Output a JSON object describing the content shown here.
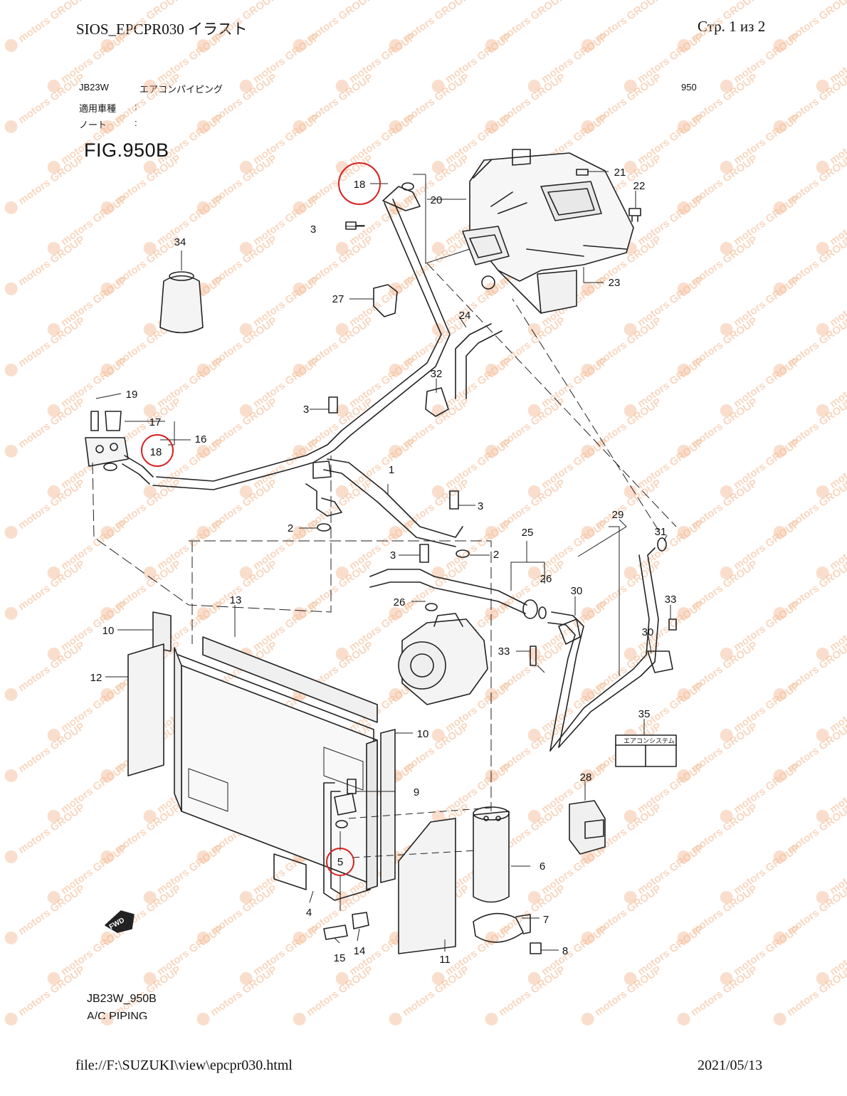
{
  "header": {
    "title": "SIOS_EPCPR030 イラスト",
    "page": "Стр. 1 из 2"
  },
  "meta": {
    "model": "JB23W",
    "group_name": "エアコンパイピング",
    "group_code": "950",
    "applicable_label": "適用車種",
    "applicable_sep": ":",
    "note_label": "ノート",
    "note_sep": ":"
  },
  "figure": {
    "title": "FIG.950B",
    "code": "JB23W_950B",
    "subtitle": "A/C PIPING",
    "fwd_label": "FWD",
    "label_text": "エアコンシステム",
    "watermark_text": "motors GROUP"
  },
  "highlight_color": "#d62020",
  "watermark_color": "#f0a070",
  "parts": [
    {
      "id": "p1",
      "num": "1"
    },
    {
      "id": "p2a",
      "num": "2"
    },
    {
      "id": "p2b",
      "num": "2"
    },
    {
      "id": "p3a",
      "num": "3"
    },
    {
      "id": "p3b",
      "num": "3"
    },
    {
      "id": "p3c",
      "num": "3"
    },
    {
      "id": "p3d",
      "num": "3"
    },
    {
      "id": "p4",
      "num": "4"
    },
    {
      "id": "p5",
      "num": "5",
      "highlighted": true
    },
    {
      "id": "p6",
      "num": "6"
    },
    {
      "id": "p7",
      "num": "7"
    },
    {
      "id": "p8",
      "num": "8"
    },
    {
      "id": "p9",
      "num": "9"
    },
    {
      "id": "p10a",
      "num": "10"
    },
    {
      "id": "p10b",
      "num": "10"
    },
    {
      "id": "p11",
      "num": "11"
    },
    {
      "id": "p12",
      "num": "12"
    },
    {
      "id": "p13",
      "num": "13"
    },
    {
      "id": "p14",
      "num": "14"
    },
    {
      "id": "p15",
      "num": "15"
    },
    {
      "id": "p16",
      "num": "16"
    },
    {
      "id": "p17",
      "num": "17"
    },
    {
      "id": "p18a",
      "num": "18",
      "highlighted": true
    },
    {
      "id": "p18b",
      "num": "18",
      "highlighted": true
    },
    {
      "id": "p19",
      "num": "19"
    },
    {
      "id": "p20",
      "num": "20"
    },
    {
      "id": "p21",
      "num": "21"
    },
    {
      "id": "p22",
      "num": "22"
    },
    {
      "id": "p23",
      "num": "23"
    },
    {
      "id": "p24",
      "num": "24"
    },
    {
      "id": "p25",
      "num": "25"
    },
    {
      "id": "p26a",
      "num": "26"
    },
    {
      "id": "p26b",
      "num": "26"
    },
    {
      "id": "p27",
      "num": "27"
    },
    {
      "id": "p28",
      "num": "28"
    },
    {
      "id": "p29",
      "num": "29"
    },
    {
      "id": "p30a",
      "num": "30"
    },
    {
      "id": "p30b",
      "num": "30"
    },
    {
      "id": "p31",
      "num": "31"
    },
    {
      "id": "p32",
      "num": "32"
    },
    {
      "id": "p33a",
      "num": "33"
    },
    {
      "id": "p33b",
      "num": "33"
    },
    {
      "id": "p34",
      "num": "34"
    },
    {
      "id": "p35",
      "num": "35"
    }
  ],
  "footer": {
    "path": "file://F:\\SUZUKI\\view\\epcpr030.html",
    "date": "2021/05/13"
  }
}
